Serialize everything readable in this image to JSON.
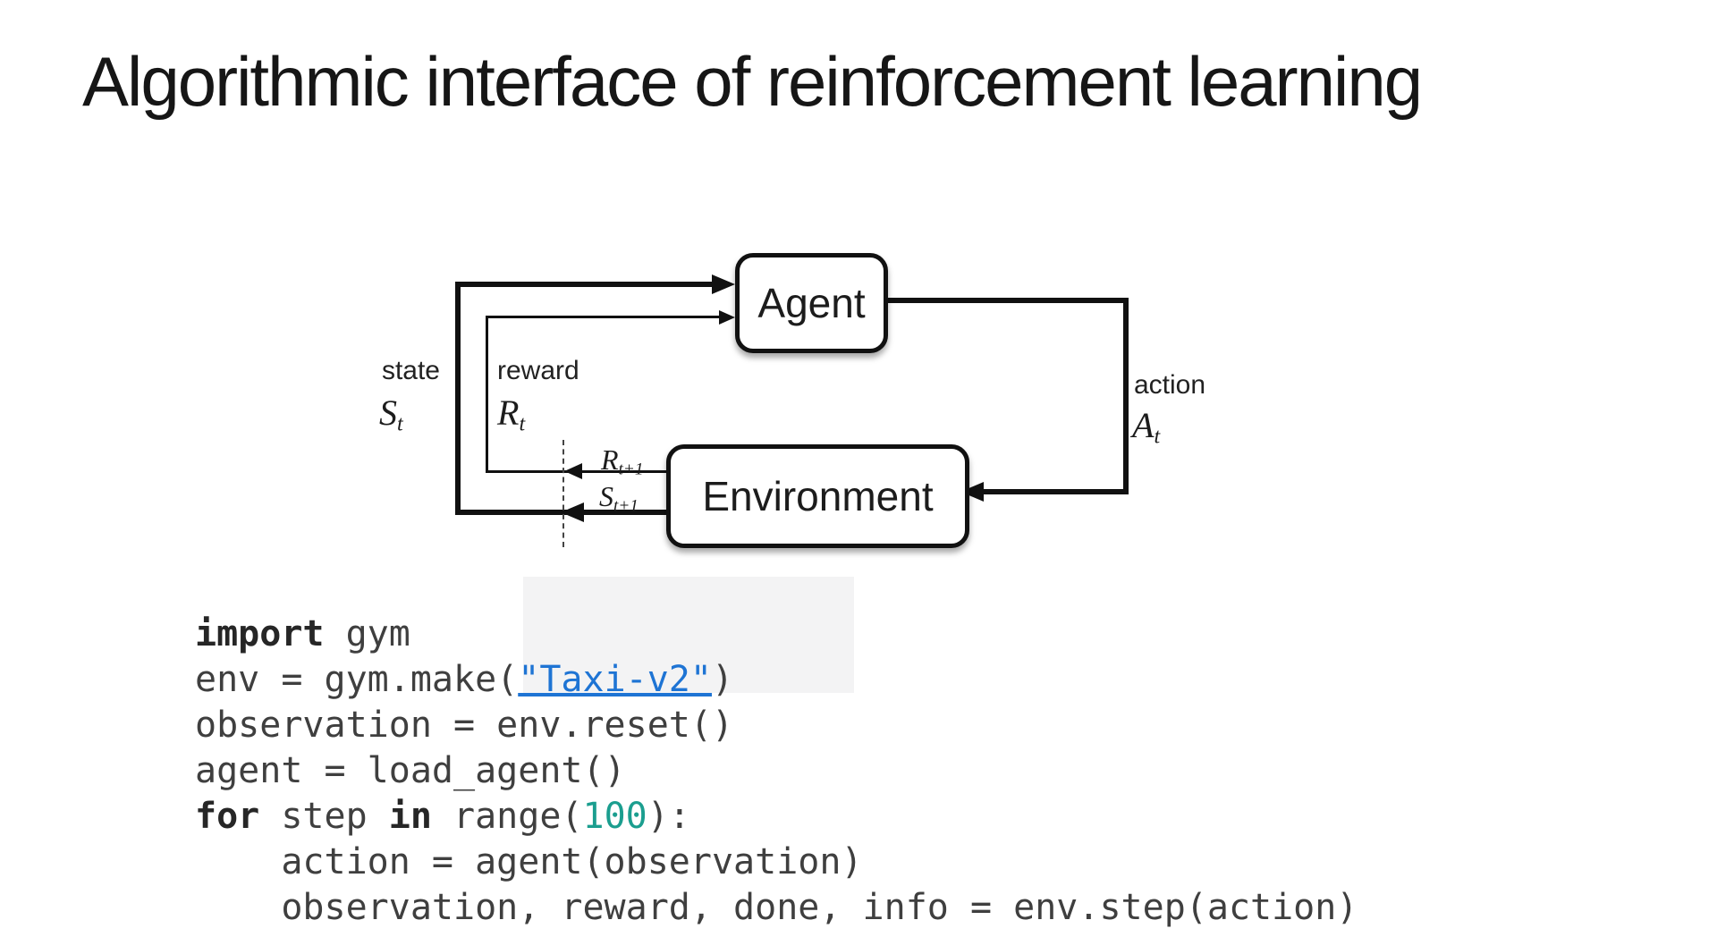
{
  "slide": {
    "title": "Algorithmic interface of reinforcement learning"
  },
  "diagram": {
    "agent_label": "Agent",
    "environment_label": "Environment",
    "state_label": "state",
    "reward_label": "reward",
    "action_label": "action",
    "state_sym": {
      "main": "S",
      "sub": "t"
    },
    "reward_sym": {
      "main": "R",
      "sub": "t"
    },
    "action_sym": {
      "main": "A",
      "sub": "t"
    },
    "reward_next_sym": {
      "main": "R",
      "sub": "t+1"
    },
    "state_next_sym": {
      "main": "S",
      "sub": "t+1"
    },
    "line_color": "#111111"
  },
  "code": {
    "link_color": "#1e74d4",
    "number_color": "#1b9e8f",
    "plain_color": "#3f3f3f",
    "lines": [
      [
        {
          "t": "import",
          "s": "kw"
        },
        {
          "t": " gym",
          "s": "p"
        }
      ],
      [
        {
          "t": "env = gym.make(",
          "s": "p"
        },
        {
          "t": "\"Taxi-v2\"",
          "s": "str"
        },
        {
          "t": ")",
          "s": "p"
        }
      ],
      [
        {
          "t": "observation = env.reset()",
          "s": "p"
        }
      ],
      [
        {
          "t": "agent = load_agent()",
          "s": "p"
        }
      ],
      [
        {
          "t": "for",
          "s": "kw"
        },
        {
          "t": " step ",
          "s": "p"
        },
        {
          "t": "in",
          "s": "kw"
        },
        {
          "t": " range(",
          "s": "p"
        },
        {
          "t": "100",
          "s": "num"
        },
        {
          "t": "):",
          "s": "p"
        }
      ],
      [
        {
          "t": "    action = agent(observation)",
          "s": "p"
        }
      ],
      [
        {
          "t": "    observation, reward, done, info = env.step(action)",
          "s": "p"
        }
      ]
    ]
  }
}
